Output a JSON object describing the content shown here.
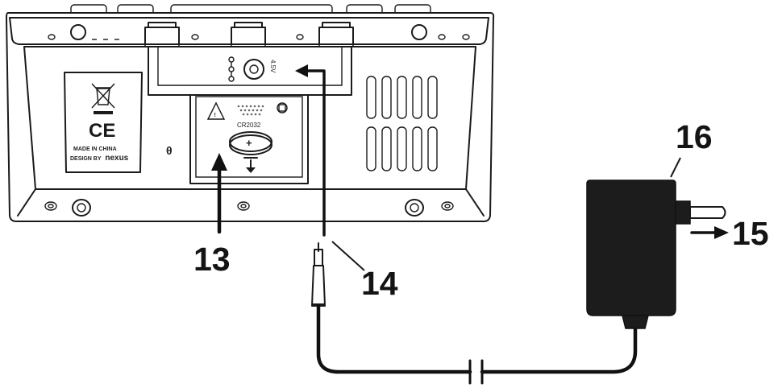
{
  "callouts": {
    "battery_compartment": "13",
    "dc_jack": "14",
    "mains_plug": "15",
    "adapter": "16"
  },
  "device_markings": {
    "ce": "CE",
    "made_in": "MADE IN CHINA",
    "design_by_prefix": "DESIGN BY",
    "design_by_brand": "nexus",
    "battery_type": "CR2032",
    "battery_polarity": "+",
    "jack_rating": "4.5V",
    "theta_symbol": "θ"
  },
  "colors": {
    "line": "#1a1a1a",
    "adapter_body": "#1c1c1c",
    "background": "#ffffff"
  }
}
